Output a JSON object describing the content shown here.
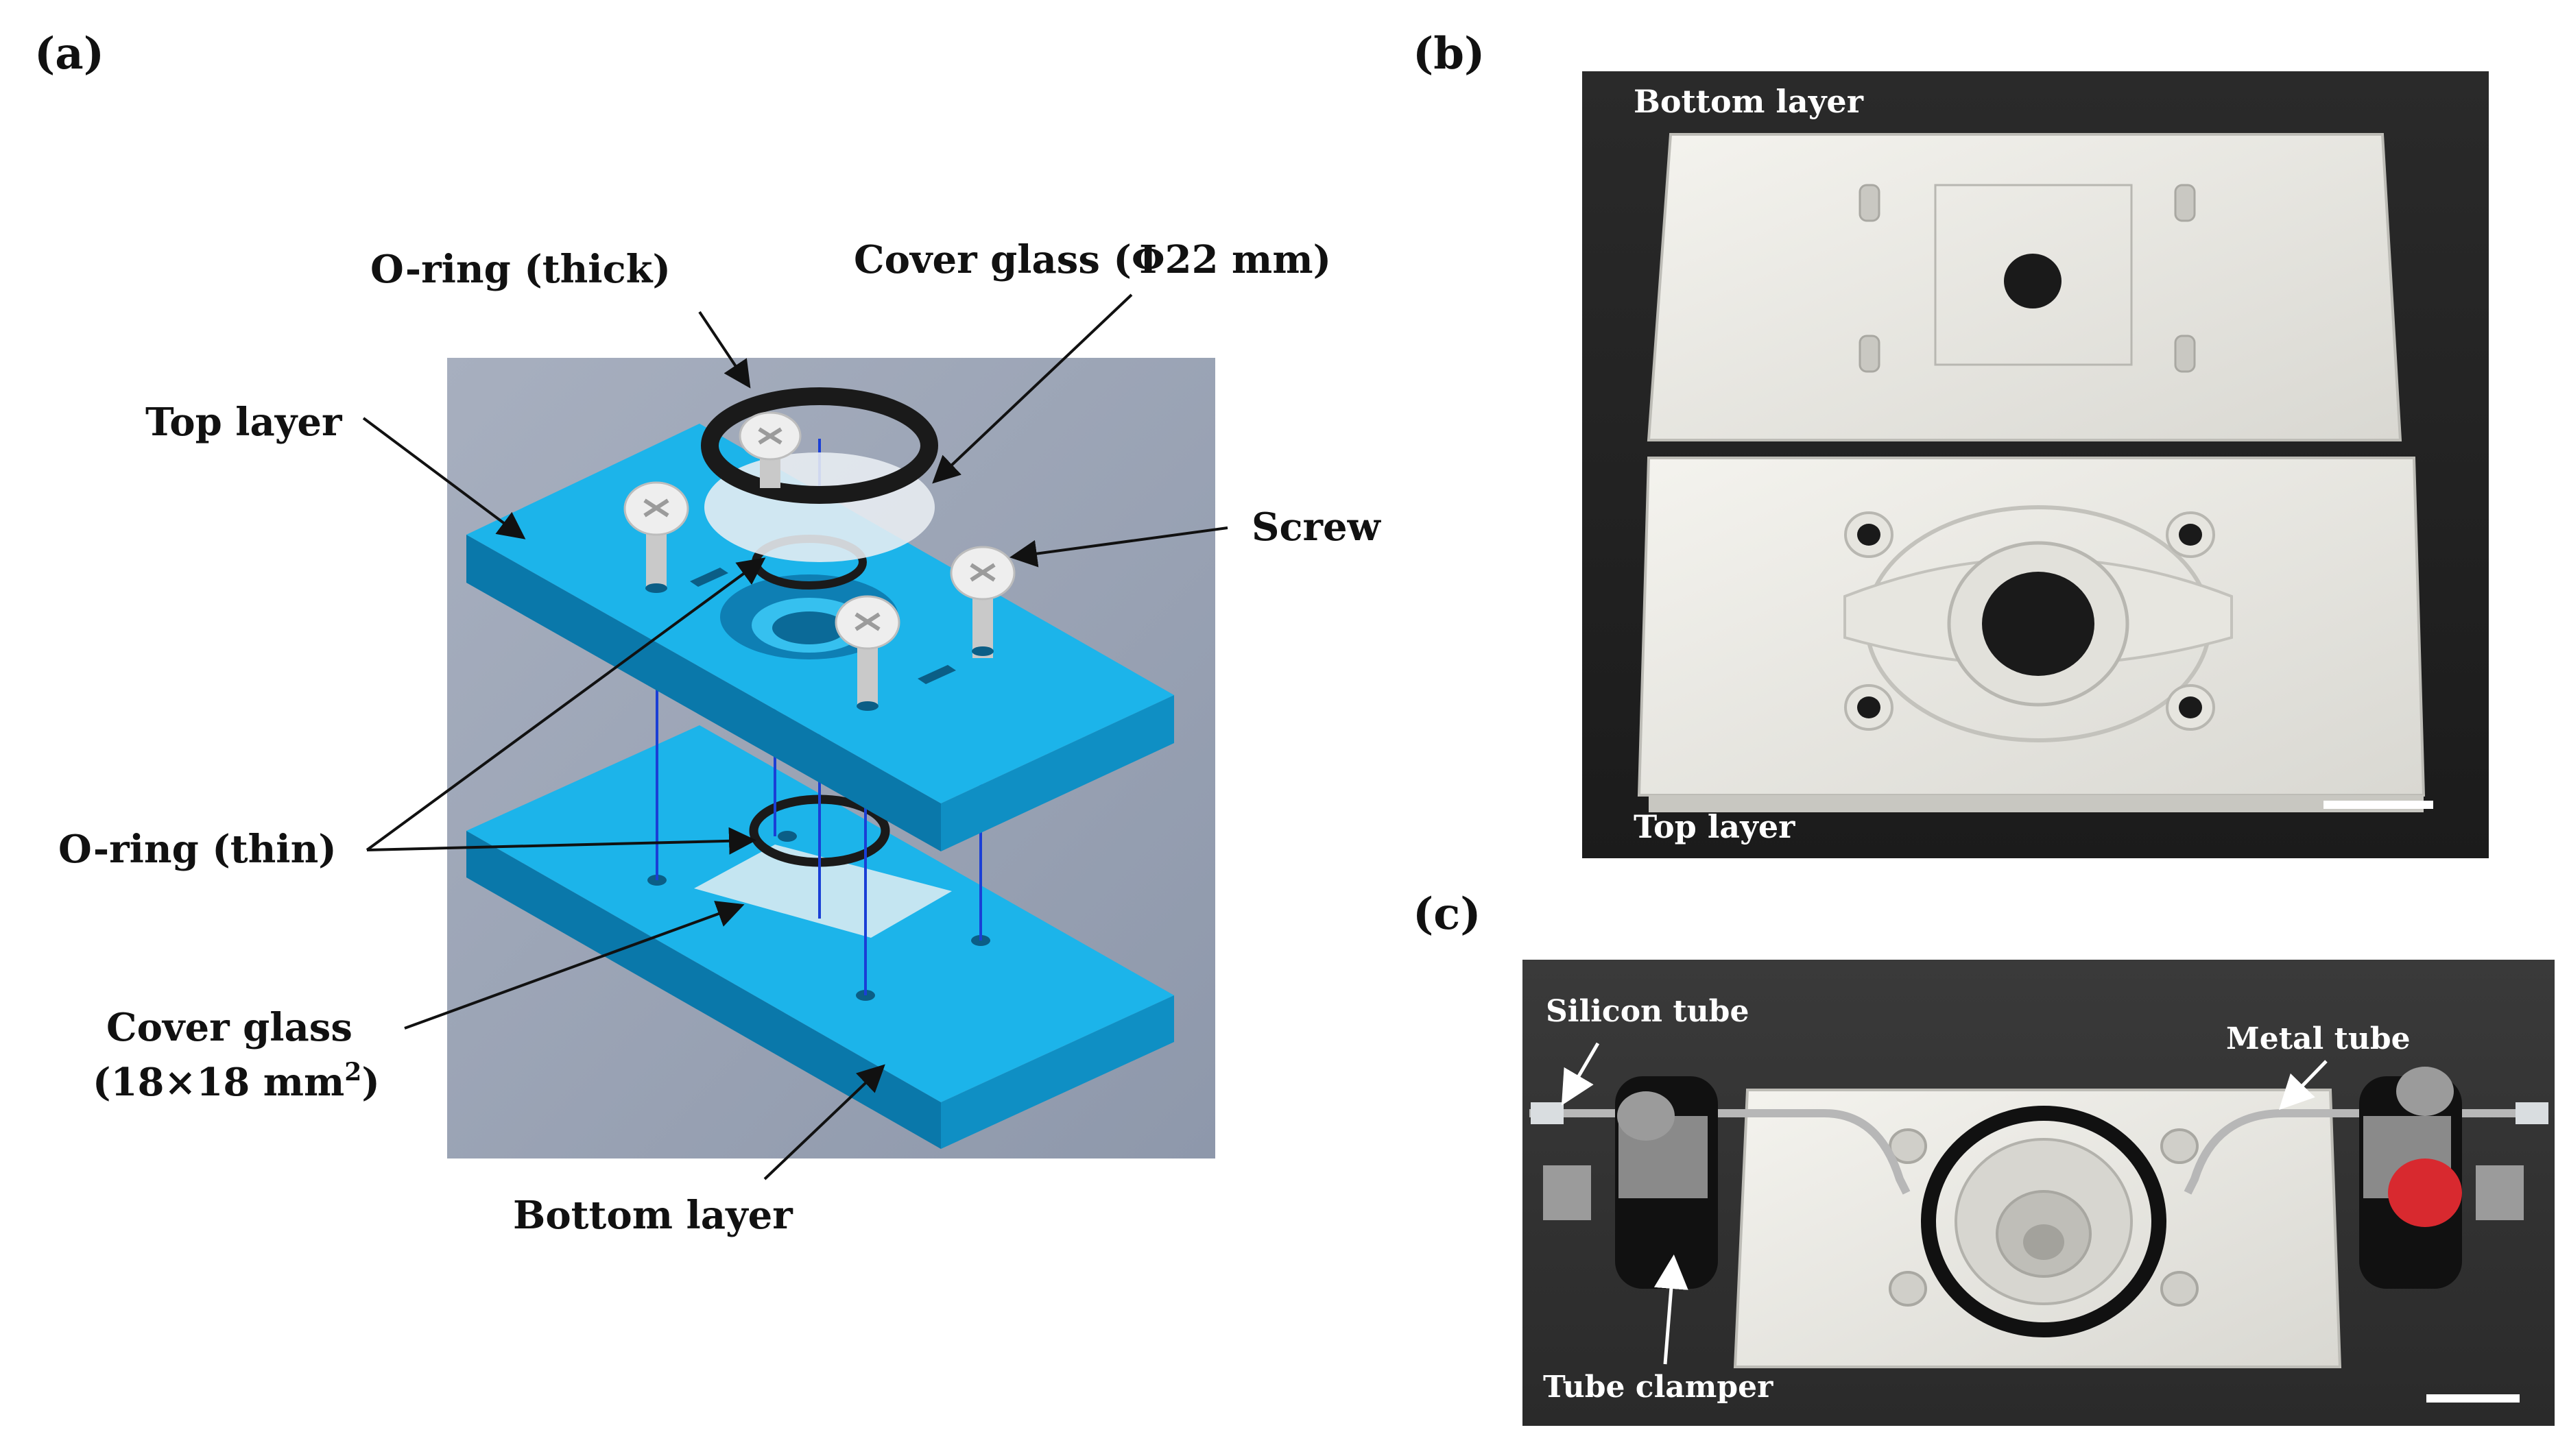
{
  "panels": {
    "a": "(a)",
    "b": "(b)",
    "c": "(c)"
  },
  "diagram_a": {
    "labels": {
      "o_ring_thick": "O-ring (thick)",
      "cover_glass_22": "Cover glass (Φ22 mm)",
      "top_layer": "Top layer",
      "screw": "Screw",
      "o_ring_thin": "O-ring (thin)",
      "cover_glass_18_line1": "Cover glass",
      "cover_glass_18_line2_prefix": "(18×18 mm",
      "cover_glass_18_superscript": "2",
      "cover_glass_18_line2_suffix": ")",
      "bottom_layer": "Bottom layer"
    },
    "colors": {
      "plate_top": "#1cb4ea",
      "plate_side": "#0f8fc4",
      "plate_front": "#0a78aa",
      "background": "#9aa4b6",
      "o_ring": "#1a1a1a",
      "screw": "#e8e8e8",
      "guide_line": "#1a3fd6"
    }
  },
  "photo_b": {
    "top_text": "Bottom layer",
    "bottom_text": "Top layer"
  },
  "photo_c": {
    "silicon_tube": "Silicon tube",
    "metal_tube": "Metal tube",
    "tube_clamper": "Tube clamper"
  }
}
